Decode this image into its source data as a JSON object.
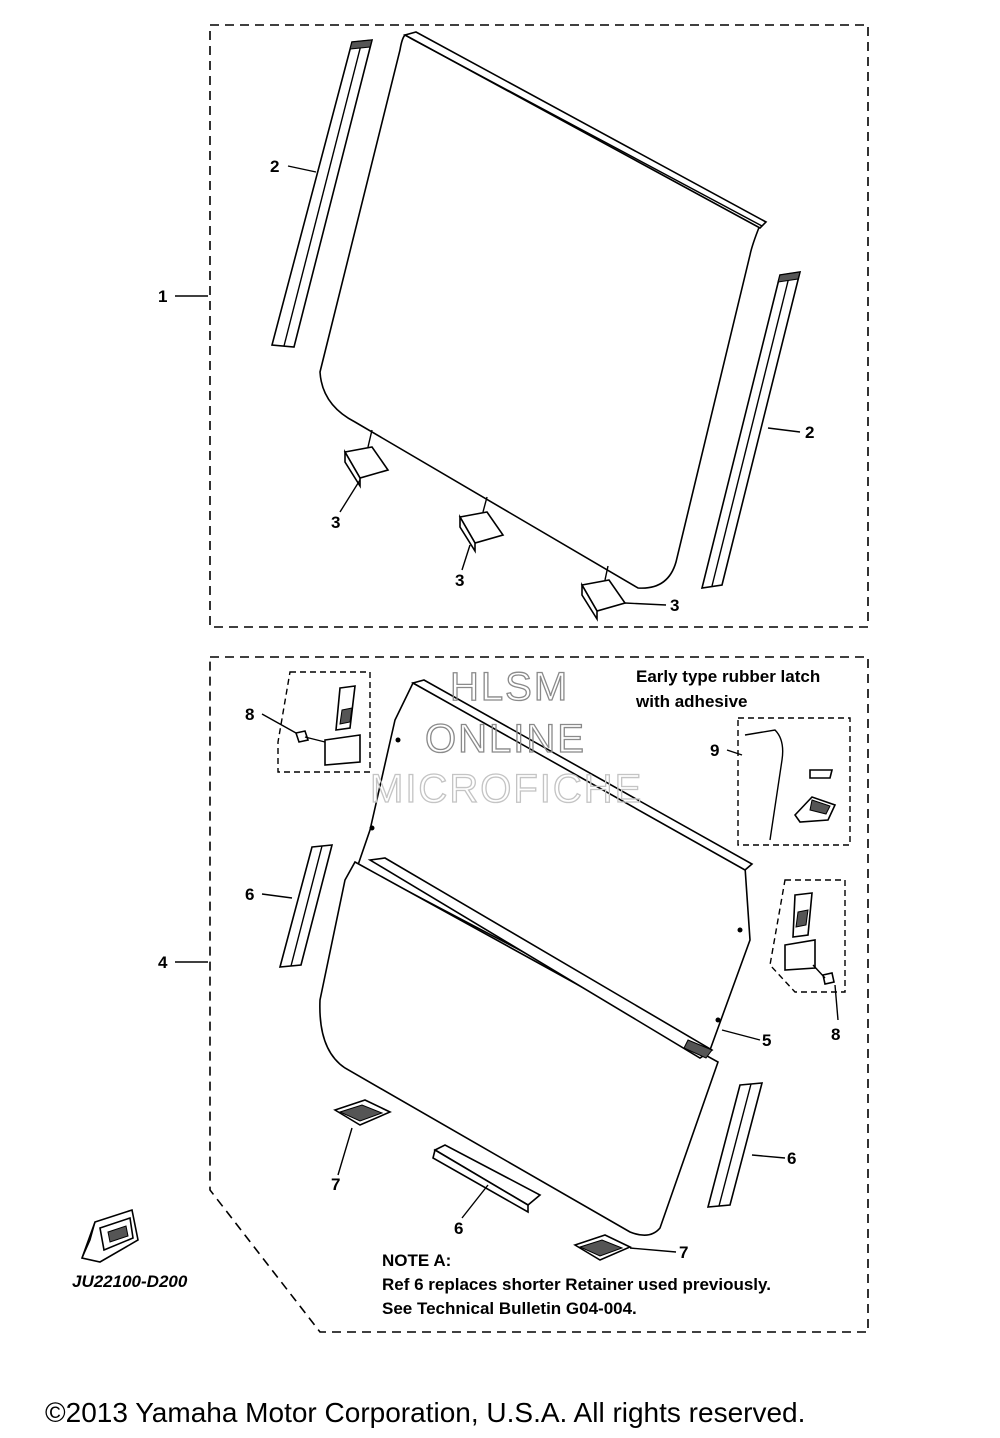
{
  "callouts": {
    "c1": "1",
    "c2a": "2",
    "c2b": "2",
    "c3a": "3",
    "c3b": "3",
    "c3c": "3",
    "c4": "4",
    "c5": "5",
    "c6a": "6",
    "c6b": "6",
    "c6c": "6",
    "c7a": "7",
    "c7b": "7",
    "c8a": "8",
    "c8b": "8",
    "c9": "9"
  },
  "early_type": {
    "line1": "Early type rubber latch",
    "line2": "with adhesive"
  },
  "watermark": {
    "line1": "HLSM",
    "line2": "ONLINE",
    "line3": "MICROFICHE"
  },
  "note": {
    "title": "NOTE A:",
    "line1": "Ref 6 replaces shorter Retainer used previously.",
    "line2": "See Technical Bulletin G04-004."
  },
  "diagram_code": "JU22100-D200",
  "copyright": "©2013 Yamaha Motor Corporation, U.S.A. All rights reserved."
}
